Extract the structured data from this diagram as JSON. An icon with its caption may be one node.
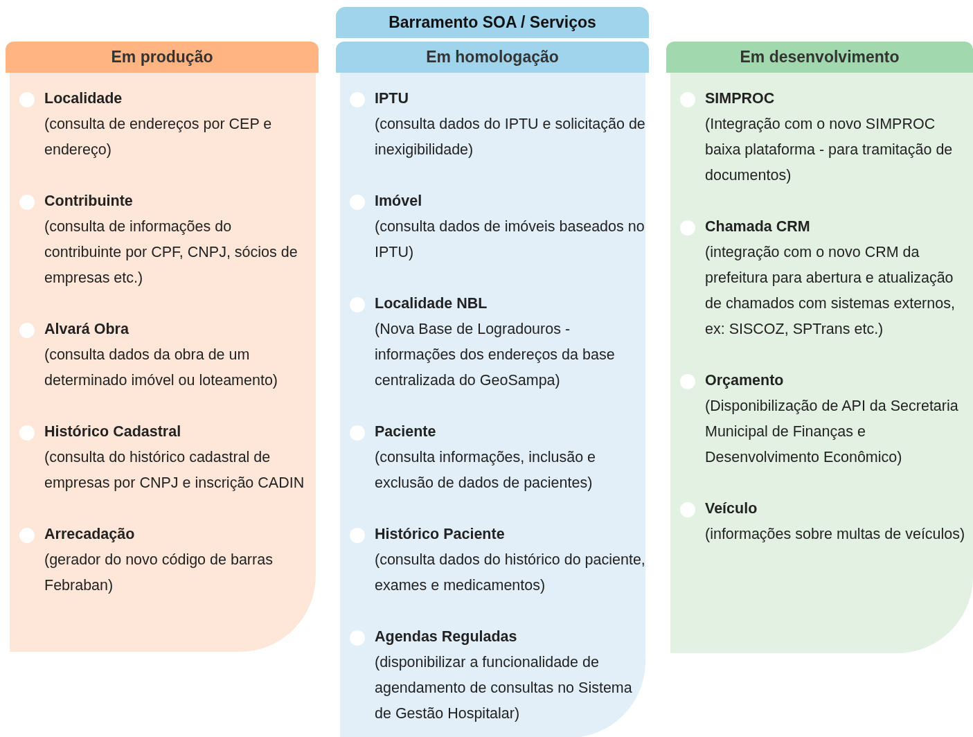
{
  "diagram": {
    "nodes": [
      {
        "text": [
          "Barramento SOA / Serviços"
        ]
      },
      {
        "text": [
          "Em produção",
          "Localidade",
          "(consulta de endereços por CEP e endereço)",
          "Contribuinte",
          "(consulta de informações do contribuinte por CPF, CNPJ, sócios de empresas etc.)",
          "Alvará Obra",
          "(consulta dados da obra de um determinado imóvel ou loteamento)",
          "Histórico Cadastral",
          "(consulta do histórico cadastral de empresas por CNPJ e inscrição CADIN",
          "Arrecadação",
          "(gerador do novo código de barras Febraban)"
        ]
      },
      {
        "text": [
          "Em homologação",
          "IPTU",
          "(consulta dados do IPTU e solicitação de inexigibilidade)",
          "Imóvel",
          "(consulta dados de imóveis baseados no IPTU)",
          "Localidade  NBL",
          "(Nova Base de Logradouros - informações dos endereços da base centralizada do GeoSampa)",
          "Paciente",
          "(consulta informações, inclusão e exclusão de dados de pacientes)",
          "Histórico Paciente",
          "(consulta dados do histórico do paciente, exames e medicamentos)",
          "Agendas Reguladas",
          "(disponibilizar a funcionalidade de agendamento de consultas no Sistema de Gestão Hospitalar)"
        ]
      },
      {
        "text": [
          "Em desenvolvimento",
          "SIMPROC",
          "(Integração com o novo SIMPROC baixa plataforma - para tramitação de documentos)",
          "Chamada CRM",
          "(integração com o novo CRM da prefeitura para abertura e atualização de chamados com sistemas externos, ex: SISCOZ, SPTrans etc.)",
          "Orçamento",
          "(Disponibilização de API da Secretaria Municipal de Finanças e Desenvolvimento Econômico)",
          "Veículo",
          "(informações sobre multas de veículos)"
        ]
      }
    ]
  }
}
